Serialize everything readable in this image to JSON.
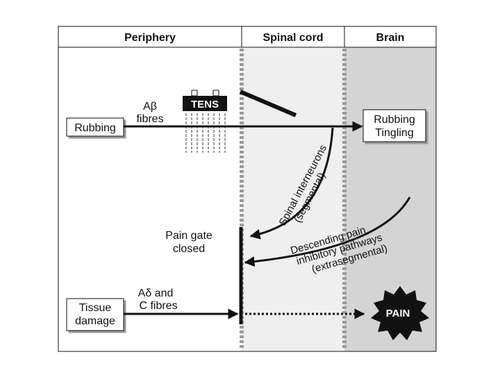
{
  "columns": {
    "periphery": "Periphery",
    "spinal_cord": "Spinal cord",
    "brain": "Brain"
  },
  "tens": {
    "label": "TENS"
  },
  "fibres": {
    "a_beta_line1": "Aβ",
    "a_beta_line2": "fibres",
    "a_delta_line1": "Aδ and",
    "a_delta_line2": "C fibres"
  },
  "inputs": {
    "rubbing": "Rubbing",
    "tissue_line1": "Tissue",
    "tissue_line2": "damage"
  },
  "outputs": {
    "rubbing_tingling_line1": "Rubbing",
    "rubbing_tingling_line2": "Tingling",
    "pain": "PAIN"
  },
  "gate": {
    "line1": "Pain gate",
    "line2": "closed"
  },
  "pathways": {
    "spinal_line1": "Spinal interneurons",
    "spinal_line2": "(segmental)",
    "descending_line1": "Descending pain",
    "descending_line2": "inhibitory pathways",
    "descending_line3": "(extrasegmental)"
  },
  "colors": {
    "spinal_bg": "#efefef",
    "brain_bg": "#d4d4d4",
    "stroke": "#111111",
    "label_box_bg": "#ffffff"
  }
}
